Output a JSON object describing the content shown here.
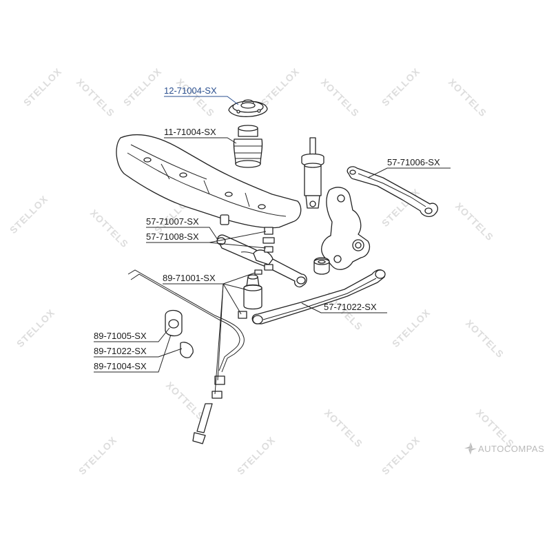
{
  "watermark": {
    "brand": "STELLOX",
    "brand_mirrored": "XOTTELS",
    "site": "AUTOCOMPAS"
  },
  "labels": {
    "top_mount": "12-71004-SX",
    "bump_stop": "11-71004-SX",
    "upper_link": "57-71006-SX",
    "arm_bush_1": "57-71007-SX",
    "arm_bush_2": "57-71008-SX",
    "link_kit": "89-71001-SX",
    "lower_link": "57-71022-SX",
    "stab_bush_1": "89-71005-SX",
    "stab_bush_2": "89-71022-SX",
    "stab_bush_3": "89-71004-SX"
  },
  "colors": {
    "highlight": "#2a4f8f",
    "line": "#222222",
    "watermark": "#dddddd"
  }
}
